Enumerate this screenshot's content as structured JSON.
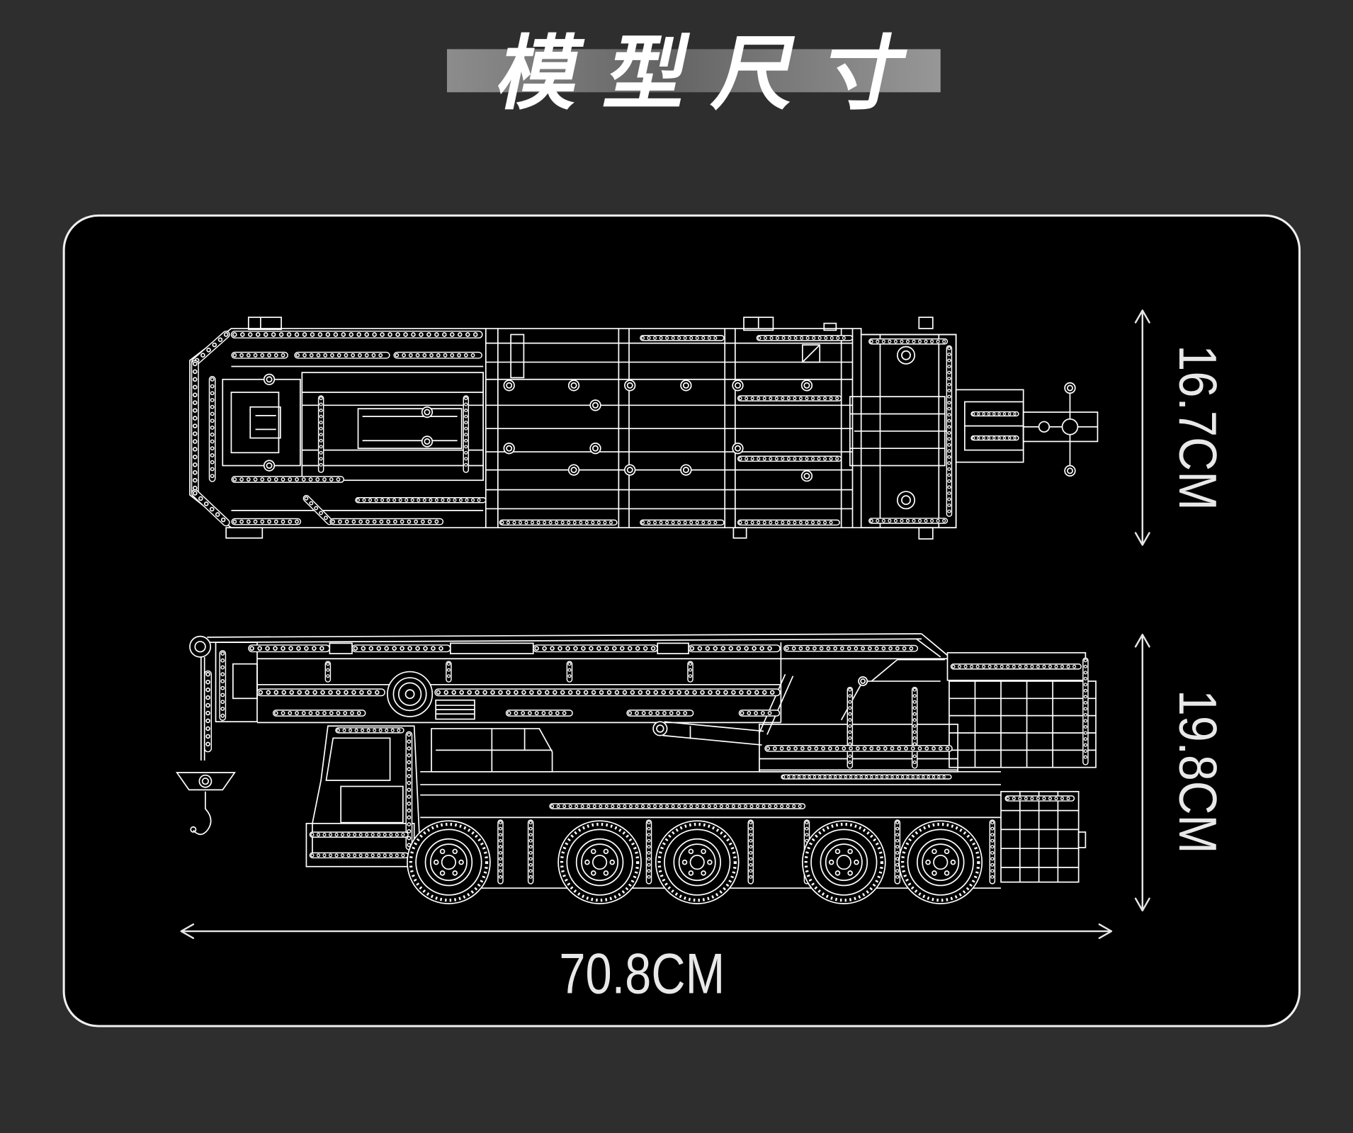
{
  "title": "模型尺寸",
  "dimensions": {
    "top_view_width": "16.7CM",
    "side_view_height": "19.8CM",
    "overall_length": "70.8CM"
  },
  "colors": {
    "page_background": "#2e2e2e",
    "panel_background": "#000000",
    "line_color": "#ffffff",
    "title_bar": "#7a7a7a"
  }
}
